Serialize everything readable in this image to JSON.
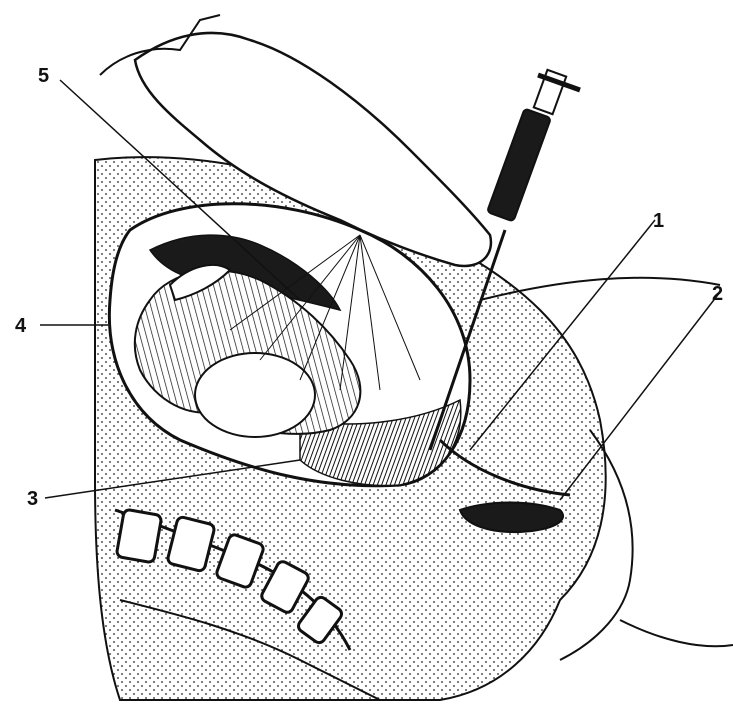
{
  "figure": {
    "labels": {
      "one": "1",
      "two": "2",
      "three": "3",
      "four": "4",
      "five": "5"
    },
    "colors": {
      "ink": "#111111",
      "paper": "#ffffff",
      "dark_fill": "#1a1a1a"
    },
    "parts": [
      "hand-glove",
      "syringe-needle",
      "uterus-wall",
      "fetus",
      "amniotic-fluid",
      "placenta",
      "bladder",
      "spine-vertebrae",
      "abdominal-wall"
    ]
  }
}
